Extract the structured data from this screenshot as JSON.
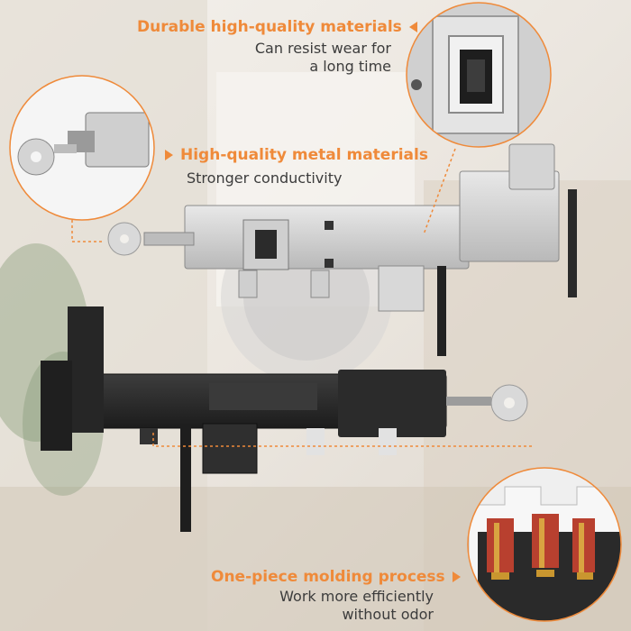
{
  "callouts": [
    {
      "title": "Durable high-quality materials",
      "desc": [
        "Can resist wear for",
        "a long time"
      ]
    },
    {
      "title": "High-quality metal materials",
      "desc": [
        "Stronger conductivity"
      ]
    },
    {
      "title": "One-piece molding process",
      "desc": [
        "Work more efficiently",
        "without odor"
      ]
    }
  ],
  "colors": {
    "accent": "#ef8a3a",
    "text": "#3c3c3c"
  }
}
